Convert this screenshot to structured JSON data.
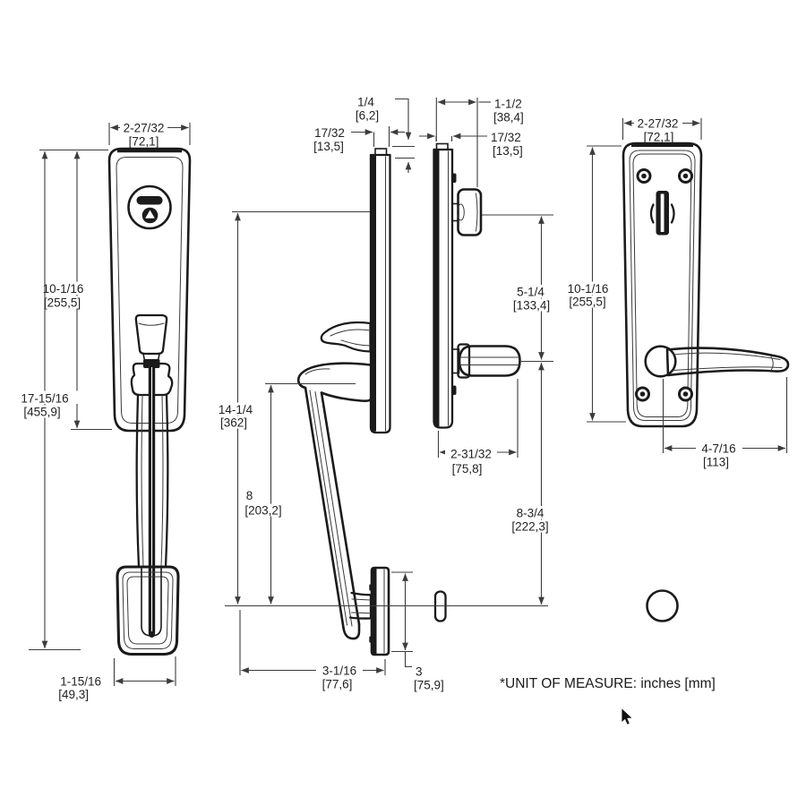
{
  "drawing": {
    "type": "dimensioned technical drawing of a door handleset",
    "unit_note": "*UNIT OF MEASURE: inches [mm]"
  },
  "dims": {
    "exterior_front": {
      "width": {
        "in": "2-27/32",
        "mm": "[72,1]"
      },
      "plate_height": {
        "in": "10-1/16",
        "mm": "[255,5]"
      },
      "overall_height": {
        "in": "17-15/16",
        "mm": "[455,9]"
      },
      "pad_width": {
        "in": "1-15/16",
        "mm": "[49,3]"
      }
    },
    "exterior_side": {
      "top_step": {
        "in": "1/4",
        "mm": "[6,2]"
      },
      "plate_thickness": {
        "in": "17/32",
        "mm": "[13,5]"
      },
      "handle_span": {
        "in": "14-1/4",
        "mm": "[362]"
      },
      "grip_length": {
        "in": "8",
        "mm": "[203,2]"
      },
      "pad_projection": {
        "in": "3-1/16",
        "mm": "[77,6]"
      },
      "pad_height": {
        "in": "3",
        "mm": "[75,9]"
      }
    },
    "interior_side": {
      "plate_thickness": {
        "in": "17/32",
        "mm": "[13,5]"
      },
      "turn_projection": {
        "in": "1-1/2",
        "mm": "[38,4]"
      },
      "turn_to_lever": {
        "in": "5-1/4",
        "mm": "[133,4]"
      },
      "overall_depth": {
        "in": "2-31/32",
        "mm": "[75,8]"
      },
      "lever_to_bottom": {
        "in": "8-3/4",
        "mm": "[222,3]"
      }
    },
    "interior_front": {
      "width": {
        "in": "2-27/32",
        "mm": "[72,1]"
      },
      "plate_height": {
        "in": "10-1/16",
        "mm": "[255,5]"
      },
      "lever_length": {
        "in": "4-7/16",
        "mm": "[113]"
      }
    }
  },
  "colors": {
    "line": "#1b1b1b",
    "dim_line": "#3c3c3c",
    "background": "#ffffff"
  }
}
